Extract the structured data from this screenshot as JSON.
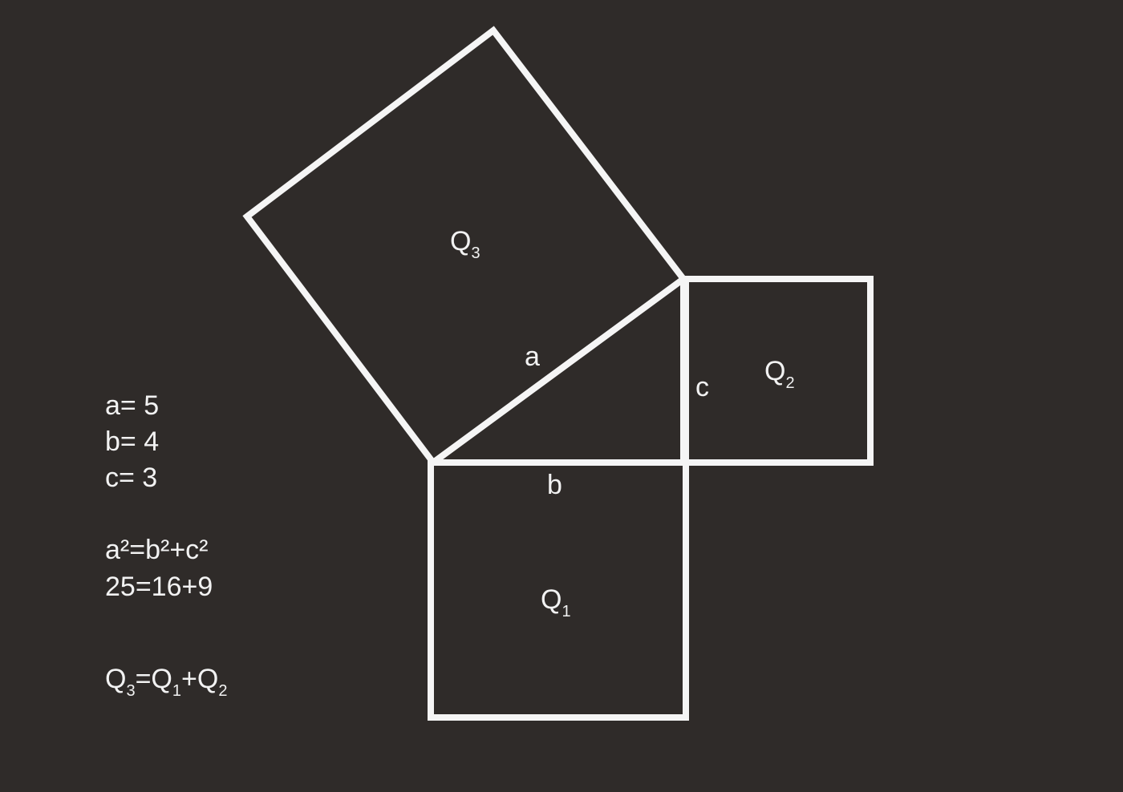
{
  "figure": {
    "colors": {
      "background": "#2f2b29",
      "stroke": "#f5f5f5",
      "text": "#f2f2f2"
    },
    "labels": {
      "side_a": "a",
      "side_b": "b",
      "side_c": "c",
      "square_q1_main": "Q",
      "square_q1_sub": "1",
      "square_q2_main": "Q",
      "square_q2_sub": "2",
      "square_q3_main": "Q",
      "square_q3_sub": "3"
    },
    "equations": {
      "line1": "a= 5",
      "line2": "b= 4",
      "line3": "c= 3",
      "line4": "a²=b²+c²",
      "line5": "25=16+9",
      "line6_q3": "Q",
      "line6_sub3": "3",
      "line6_eq_q1": "=Q",
      "line6_sub1": "1",
      "line6_plus_q2": "+Q",
      "line6_sub2": "2"
    }
  }
}
